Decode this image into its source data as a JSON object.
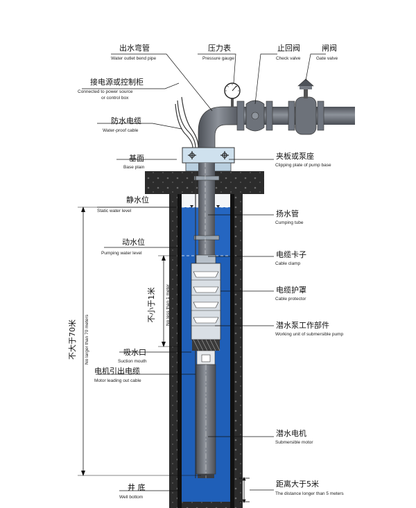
{
  "labels": {
    "outlet_bend_pipe": {
      "zh": "出水弯管",
      "en": "Water outlet bend pipe"
    },
    "pressure_gauge": {
      "zh": "压力表",
      "en": "Pressure gauge"
    },
    "check_valve": {
      "zh": "止回阀",
      "en": "Check valve"
    },
    "gate_valve": {
      "zh": "闸阀",
      "en": "Gate valve"
    },
    "power_source": {
      "zh": "接电源或控制柜",
      "en1": "Connected to power source",
      "en2": "or control box"
    },
    "waterproof_cable": {
      "zh": "防水电缆",
      "en": "Water-proof cable"
    },
    "base_plain": {
      "zh": "基面",
      "en": "Base plain"
    },
    "clipping_plate": {
      "zh": "夹板或泵座",
      "en": "Clipping plate of pump base"
    },
    "static_water_level": {
      "zh": "静水位",
      "en": "Static water level"
    },
    "pumping_tube": {
      "zh": "扬水管",
      "en": "Cumping tube"
    },
    "pumping_water_level": {
      "zh": "动水位",
      "en": "Pumping water level"
    },
    "cable_clamp": {
      "zh": "电缆卡子",
      "en": "Cable clamp"
    },
    "cable_protector": {
      "zh": "电缆护罩",
      "en": "Cable protector"
    },
    "working_unit": {
      "zh": "潜水泵工作部件",
      "en": "Working unit of submersible pump"
    },
    "suction_mouth": {
      "zh": "吸水口",
      "en": "Suction mouth"
    },
    "motor_cable": {
      "zh": "电机引出电缆",
      "en": "Motor leading out cable"
    },
    "submersible_motor": {
      "zh": "潜水电机",
      "en": "Submersible motor"
    },
    "well_bottom": {
      "zh": "井 底",
      "en": "Well bottom"
    },
    "distance_5m": {
      "zh": "距离大于5米",
      "en": "The distance longer than 5 meters"
    }
  },
  "dimensions": {
    "not_larger_70m": {
      "zh": "不大于70米",
      "en": "No larger than 70 meters"
    },
    "not_less_1m": {
      "zh": "不小于1米",
      "en": "No less than 1 meter"
    }
  },
  "colors": {
    "water": "#1f5fb8",
    "water_dark": "#163f86",
    "ground": "#2c2c2c",
    "pipe": "#5b5f66",
    "pipe_light": "#8b9098",
    "steel": "#a3adb8",
    "plate": "#cfe1ee"
  }
}
